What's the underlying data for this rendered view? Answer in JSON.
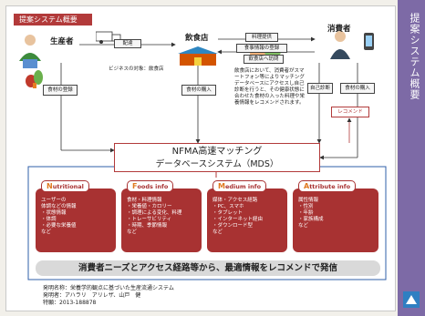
{
  "header": {
    "title": "提案システム概要"
  },
  "sidebar": {
    "title": "提案システム概要"
  },
  "nodes": {
    "producer": "生産者",
    "restaurant": "飲食店",
    "consumer": "消費者"
  },
  "flows": {
    "delivery": "配達",
    "prepare_food": "料理提供",
    "food_info_register": "食事情報の登録",
    "visit_restaurant": "飲食店へ訪問"
  },
  "business_target": "ビジネスの対象：飲食店",
  "description": "飲食店において、消費者がスマートフォン等によりマッチングデータベースにアクセスし自己診断を行うと、その健康状態に合わせた食材の入った料理や栄養情報をレコメンドされます。",
  "boxes": {
    "producer_register": "食材の登録",
    "restaurant_purchase": "食材の購入",
    "self_diagnosis": "自己診断",
    "consumer_purchase": "食材の購入",
    "recommend": "レコメンド"
  },
  "mds": {
    "line1": "NFMA高速マッチング",
    "line2": "データベースシステム（MDS）"
  },
  "info_blocks": [
    {
      "cap": "N",
      "title": "utritional",
      "items": [
        "ユーザーの",
        "体調などの情報",
        "・状態情報",
        "・体調",
        "・必要な栄養値",
        "など"
      ]
    },
    {
      "cap": "F",
      "title": "oods info",
      "items": [
        "食材・料理情報",
        "・栄養値・カロリー",
        "・調理による変化、料理",
        "・トレーサビリティ",
        "・時期、季節情報",
        "など"
      ]
    },
    {
      "cap": "M",
      "title": "edium info",
      "items": [
        "媒体・アクセス経路",
        "・PC、スマホ",
        "・タブレット",
        "・インターネット経由",
        "・ダウンロード型",
        "など"
      ]
    },
    {
      "cap": "A",
      "title": "ttribute info",
      "items": [
        "属性情報",
        "・性別",
        "・年齢",
        "・家族構成",
        "など"
      ]
    }
  ],
  "banner": "消費者ニーズとアクセス経路等から、最適情報をレコメンドで発信",
  "footer": {
    "invention": "発明名称：栄養学的観点に基づいた生産流通システム",
    "inventors": "発明者：アハラリ　アリレザ、山戸　健",
    "patent": "特願：2013-188878"
  },
  "colors": {
    "accent_red": "#b23a3a",
    "sidebar_purple": "#7d6aa6",
    "info_orange": "#e0791f"
  },
  "icons": [
    "vegetables-icon",
    "truck-icon",
    "restaurant-icon",
    "consumer-icon",
    "smartphone-icon",
    "food-icon",
    "logo-icon"
  ]
}
